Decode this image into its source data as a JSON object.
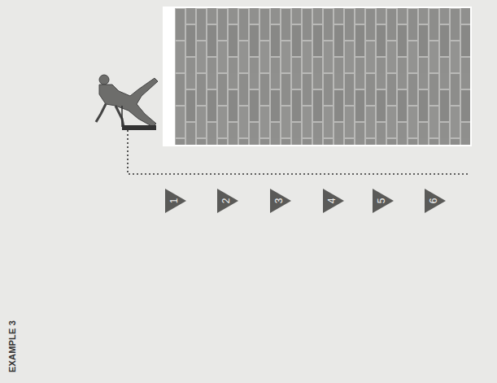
{
  "diagram": {
    "title": "EXAMPLE 3",
    "nodes": [
      {
        "text": [
          "1"
        ]
      },
      {
        "text": [
          "2"
        ]
      },
      {
        "text": [
          "3"
        ]
      },
      {
        "text": [
          "4"
        ]
      },
      {
        "text": [
          "5"
        ]
      },
      {
        "text": [
          "6"
        ]
      }
    ]
  }
}
